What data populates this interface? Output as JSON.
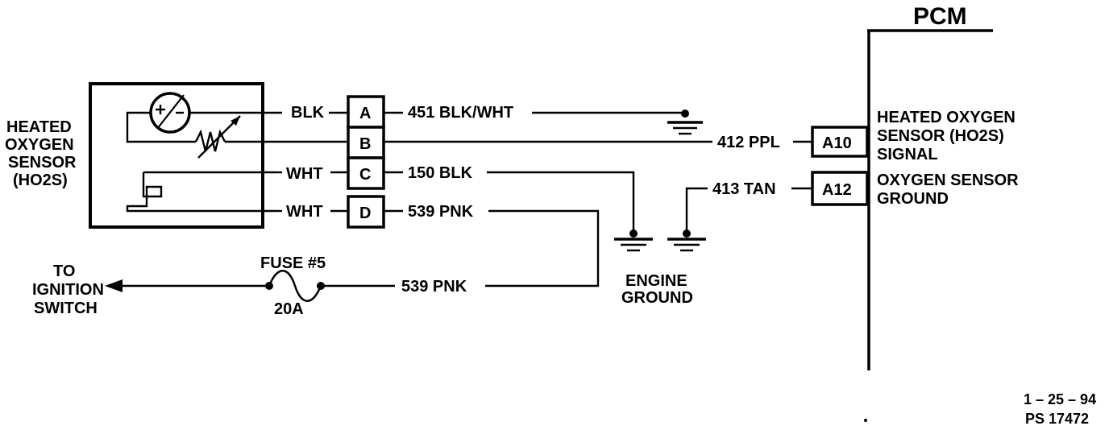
{
  "pcm": {
    "title": "PCM",
    "pins": [
      {
        "id": "A10",
        "label_lines": [
          "HEATED OXYGEN",
          "SENSOR (HO2S)",
          "SIGNAL"
        ]
      },
      {
        "id": "A12",
        "label_lines": [
          "OXYGEN SENSOR",
          "GROUND"
        ]
      }
    ]
  },
  "sensor": {
    "label_lines": [
      "HEATED",
      "OXYGEN",
      "SENSOR",
      "(HO2S)"
    ],
    "symbol": "plus-minus-icon"
  },
  "connector": {
    "pins": [
      "A",
      "B",
      "C",
      "D"
    ],
    "sensor_side_wires": [
      "BLK",
      "",
      "WHT",
      "WHT"
    ],
    "harness_wires": [
      "451 BLK/WHT",
      "",
      "150 BLK",
      "539 PNK"
    ]
  },
  "circuits": {
    "signal_wire": "412 PPL",
    "ground_wire": "413 TAN",
    "feed_wire": "539 PNK"
  },
  "fuse": {
    "name": "FUSE #5",
    "rating": "20A"
  },
  "ignition": {
    "label_lines": [
      "TO",
      "IGNITION",
      "SWITCH"
    ]
  },
  "engine_ground": {
    "label_lines": [
      "ENGINE",
      "GROUND"
    ]
  },
  "footer": {
    "date": "1 – 25 – 94",
    "ref": "PS 17472"
  }
}
